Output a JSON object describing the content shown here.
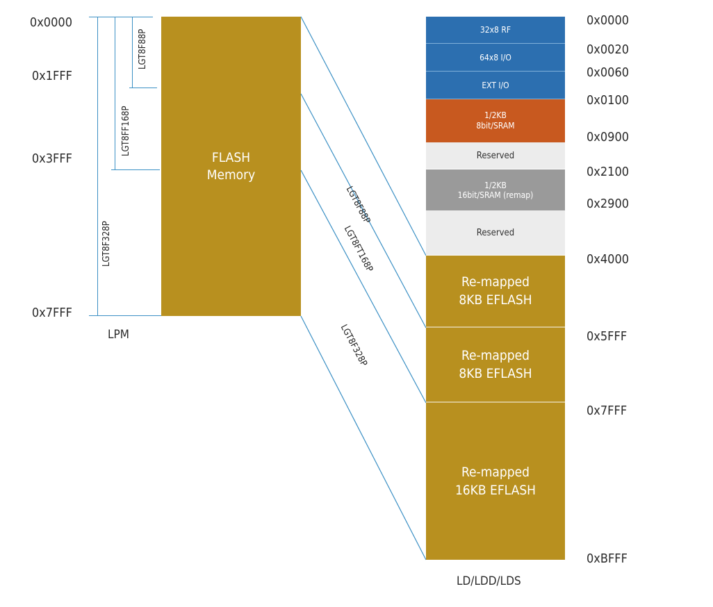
{
  "left_addresses": [
    "0x0000",
    "0x1FFF",
    "0x3FFF",
    "0x7FFF"
  ],
  "right_addresses": [
    "0x0000",
    "0x0020",
    "0x0060",
    "0x0100",
    "0x0900",
    "0x2100",
    "0x2900",
    "0x4000",
    "0x5FFF",
    "0x7FFF",
    "0xBFFF"
  ],
  "brackets": {
    "lgt8f88p": "LGT8F88P",
    "lgt8ff168p": "LGT8FF168P",
    "lgt8f328p": "LGT8F328P"
  },
  "flash_block": {
    "line1": "FLASH",
    "line2": "Memory"
  },
  "lpm_label": "LPM",
  "bottom_label": "LD/LDD/LDS",
  "memory_map": [
    {
      "label": "32x8 RF"
    },
    {
      "label": "64x8 I/O"
    },
    {
      "label": "EXT I/O"
    },
    {
      "label": "1/2KB\n8bit/SRAM"
    },
    {
      "label": "Reserved"
    },
    {
      "label": "1/2KB\n16bit/SRAM (remap)"
    },
    {
      "label": "Reserved"
    },
    {
      "label": "Re-mapped\n8KB EFLASH"
    },
    {
      "label": "Re-mapped\n8KB EFLASH"
    },
    {
      "label": "Re-mapped\n16KB EFLASH"
    }
  ],
  "connector_labels": [
    "LGT8F88P",
    "LGT8FT168P",
    "LGT8F328P"
  ],
  "colors": {
    "flash_gold": "#b8901f",
    "io_blue": "#2c6fb0",
    "sram_orange": "#c8591f",
    "reserved_gray": "#ececec",
    "remap_gray": "#9a9a9a",
    "connector_blue": "#3a8fc4"
  }
}
